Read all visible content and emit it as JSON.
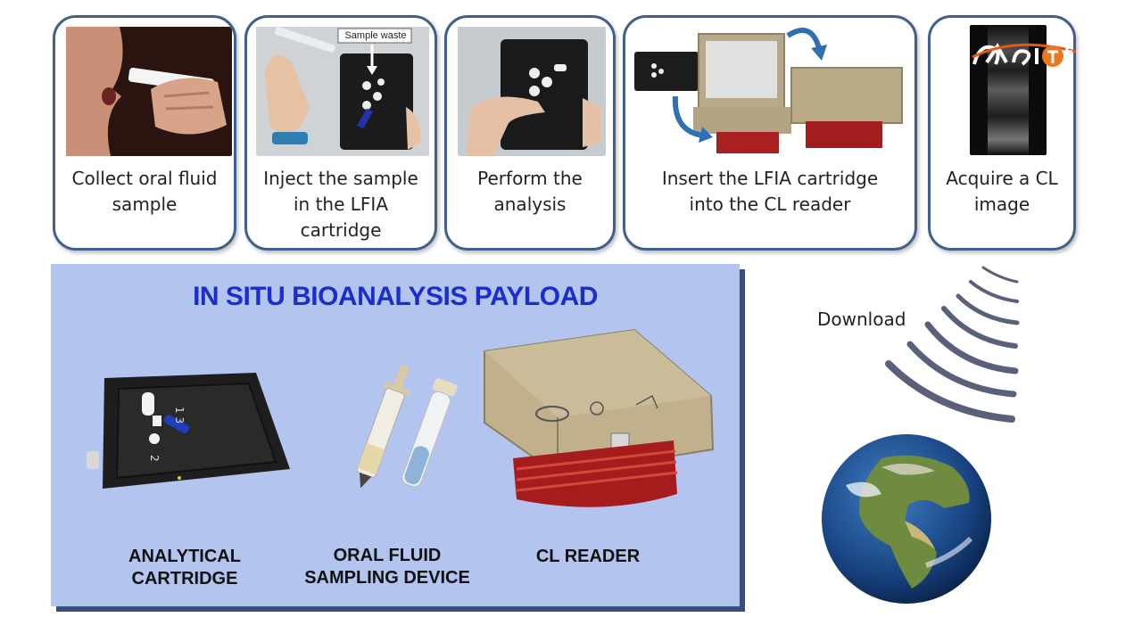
{
  "steps": [
    {
      "label": "Collect oral fluid\nsample"
    },
    {
      "label": "Inject the sample\nin the LFIA\ncartridge",
      "callout": "Sample waste"
    },
    {
      "label": "Perform the\nanalysis"
    },
    {
      "label": "Insert the LFIA cartridge\ninto the CL reader"
    },
    {
      "label": "Acquire a CL\nimage"
    }
  ],
  "payload": {
    "title": "IN SITU BIOANALYSIS PAYLOAD",
    "items": [
      {
        "label": "ANALYTICAL\nCARTRIDGE"
      },
      {
        "label": "ORAL FLUID\nSAMPLING DEVICE"
      },
      {
        "label": "CL READER"
      }
    ]
  },
  "download_label": "Download",
  "colors": {
    "border": "#3f5f8c",
    "panel": "#b3c5ef",
    "title": "#1b2ecc",
    "arrow": "#2f6fb4"
  },
  "icons": [
    "wireless-waves-icon",
    "earth-globe-icon",
    "curved-arrow-icon",
    "asi-logo-icon"
  ]
}
